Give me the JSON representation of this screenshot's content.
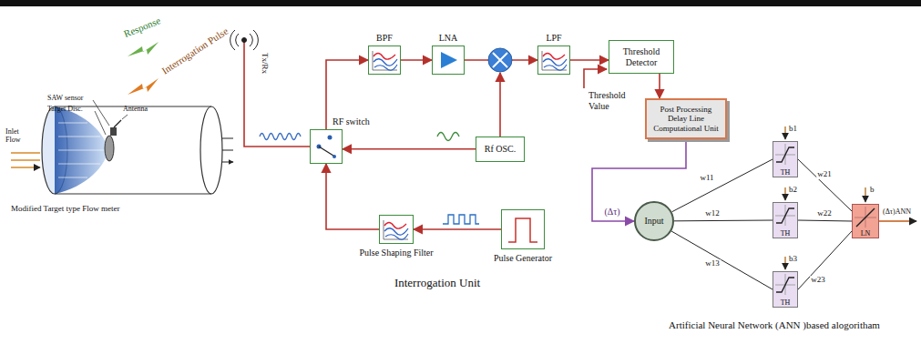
{
  "diagram": {
    "nodes": [
      {
        "text": [
          "BPF"
        ]
      },
      {
        "text": [
          "LNA"
        ]
      },
      {
        "text": [
          "LPF"
        ]
      },
      {
        "text": [
          "Threshold Detector"
        ]
      },
      {
        "text": [
          "RF switch"
        ]
      },
      {
        "text": [
          "Rf OSC."
        ]
      },
      {
        "text": [
          "Post Processing Delay Line Computational Unit"
        ]
      },
      {
        "text": [
          "Input"
        ]
      },
      {
        "text": [
          "TH"
        ]
      },
      {
        "text": [
          "TH"
        ]
      },
      {
        "text": [
          "TH"
        ]
      },
      {
        "text": [
          "LN"
        ]
      },
      {
        "text": [
          "Pulse Shaping Filter"
        ]
      },
      {
        "text": [
          "Pulse Generator"
        ]
      }
    ],
    "edges": [
      {
        "from": 4,
        "to": 0,
        "arrow": "to"
      },
      {
        "from": 0,
        "to": 1,
        "arrow": "to"
      },
      {
        "from": 1,
        "to": 2,
        "arrow": "to"
      },
      {
        "from": 2,
        "to": 3,
        "arrow": "to"
      },
      {
        "from": 3,
        "to": 6,
        "arrow": "to"
      },
      {
        "from": 5,
        "to": 4,
        "arrow": "to"
      },
      {
        "from": 13,
        "to": 12,
        "arrow": "to"
      },
      {
        "from": 12,
        "to": 4,
        "arrow": "to"
      },
      {
        "from": 6,
        "to": 7,
        "label": "(Δτ)",
        "arrow": "to"
      },
      {
        "from": 7,
        "to": 8,
        "label": "w11",
        "arrow": "none"
      },
      {
        "from": 7,
        "to": 9,
        "label": "w12",
        "arrow": "none"
      },
      {
        "from": 7,
        "to": 10,
        "label": "w13",
        "arrow": "none"
      },
      {
        "from": 8,
        "to": 11,
        "label": "w21",
        "arrow": "none"
      },
      {
        "from": 9,
        "to": 11,
        "label": "w22",
        "arrow": "none"
      },
      {
        "from": 10,
        "to": 11,
        "label": "w23",
        "arrow": "none"
      }
    ],
    "labels": [
      "Response",
      "Interrogation Pulse",
      "Tx/Rx",
      "SAW sensor",
      "Target Disc.",
      "Antenna",
      "Inlet Flow",
      "Modified Target type Flow meter",
      "Threshold Value",
      "Interrogation Unit",
      "b1",
      "b2",
      "b3",
      "b",
      "(Δτ)ANN",
      "Artificial Neural Network (ANN )based alogoritham"
    ]
  }
}
